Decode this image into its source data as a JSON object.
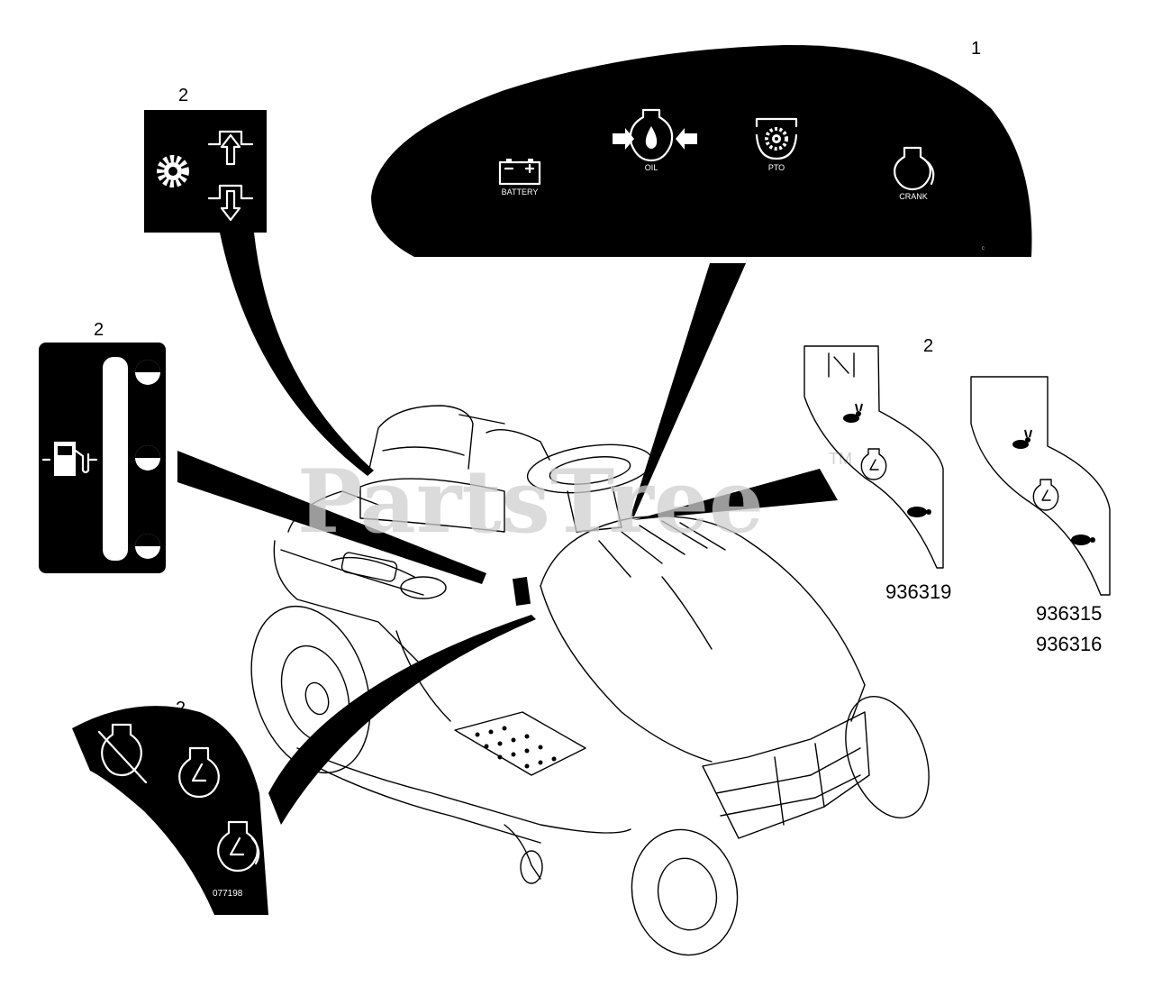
{
  "callouts": {
    "dash_panel": "1",
    "shift_decal": "2",
    "fuel_decal": "2",
    "ignition_decal": "2",
    "throttle_decal": "2"
  },
  "dash_panel": {
    "battery_label": "BATTERY",
    "oil_label": "OIL",
    "pto_label": "PTO",
    "crank_label": "CRANK"
  },
  "ignition_decal": {
    "part_code": "077198"
  },
  "part_numbers": {
    "left_throttle": "936319",
    "right_throttle_1": "936315",
    "right_throttle_2": "936316"
  },
  "watermark": {
    "text": "PartsTree",
    "trademark": "TM"
  }
}
